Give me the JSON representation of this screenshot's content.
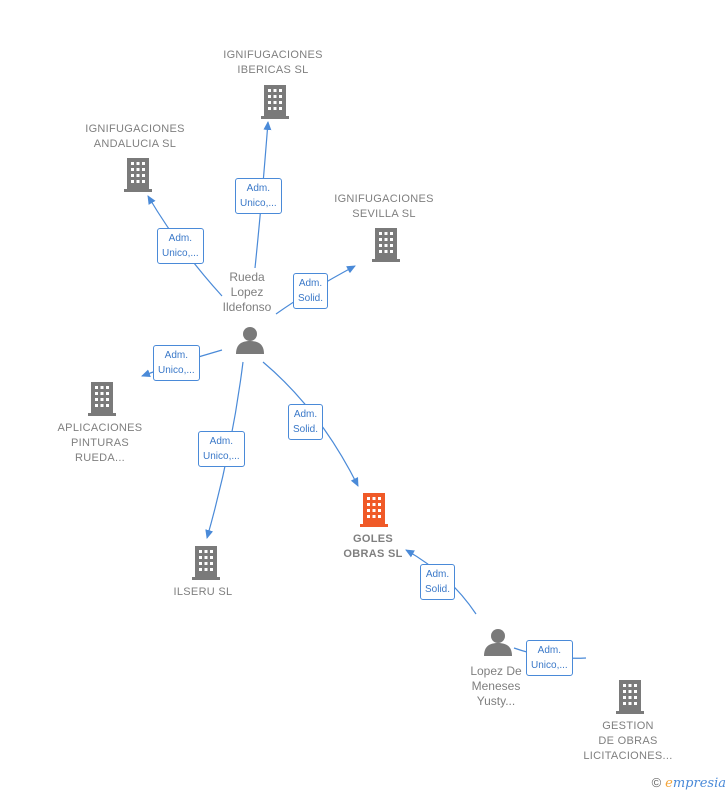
{
  "companies": {
    "ibericas": {
      "line1": "IGNIFUGACIONES",
      "line2": "IBERICAS  SL"
    },
    "andalucia": {
      "line1": "IGNIFUGACIONES",
      "line2": "ANDALUCIA  SL"
    },
    "sevilla": {
      "line1": "IGNIFUGACIONES",
      "line2": "SEVILLA  SL"
    },
    "aplicaciones": {
      "line1": "APLICACIONES",
      "line2": "PINTURAS",
      "line3": "RUEDA..."
    },
    "ilseru": {
      "line1": "ILSERU  SL"
    },
    "goles": {
      "line1": "GOLES",
      "line2": "OBRAS  SL"
    },
    "gestion": {
      "line1": "GESTION",
      "line2": "DE OBRAS",
      "line3": "LICITACIONES..."
    }
  },
  "persons": {
    "rueda": {
      "line1": "Rueda",
      "line2": "Lopez",
      "line3": "Ildefonso"
    },
    "lopez": {
      "line1": "Lopez De",
      "line2": "Meneses",
      "line3": "Yusty..."
    }
  },
  "edges": {
    "to_ibericas": {
      "l1": "Adm.",
      "l2": "Unico,..."
    },
    "to_andalucia": {
      "l1": "Adm.",
      "l2": "Unico,..."
    },
    "to_sevilla": {
      "l1": "Adm.",
      "l2": "Solid."
    },
    "to_aplicaciones": {
      "l1": "Adm.",
      "l2": "Unico,..."
    },
    "to_ilseru": {
      "l1": "Adm.",
      "l2": "Unico,..."
    },
    "to_goles": {
      "l1": "Adm.",
      "l2": "Solid."
    },
    "lopez_to_goles": {
      "l1": "Adm.",
      "l2": "Solid."
    },
    "lopez_to_gestion": {
      "l1": "Adm.",
      "l2": "Unico,..."
    }
  },
  "colors": {
    "edge": "#4a8ad8",
    "building": "#7a7a7a",
    "building_main": "#f05a28",
    "person": "#7a7a7a"
  },
  "footer": {
    "copyright": "©",
    "brand_first": "e",
    "brand_rest": "mpresia"
  }
}
